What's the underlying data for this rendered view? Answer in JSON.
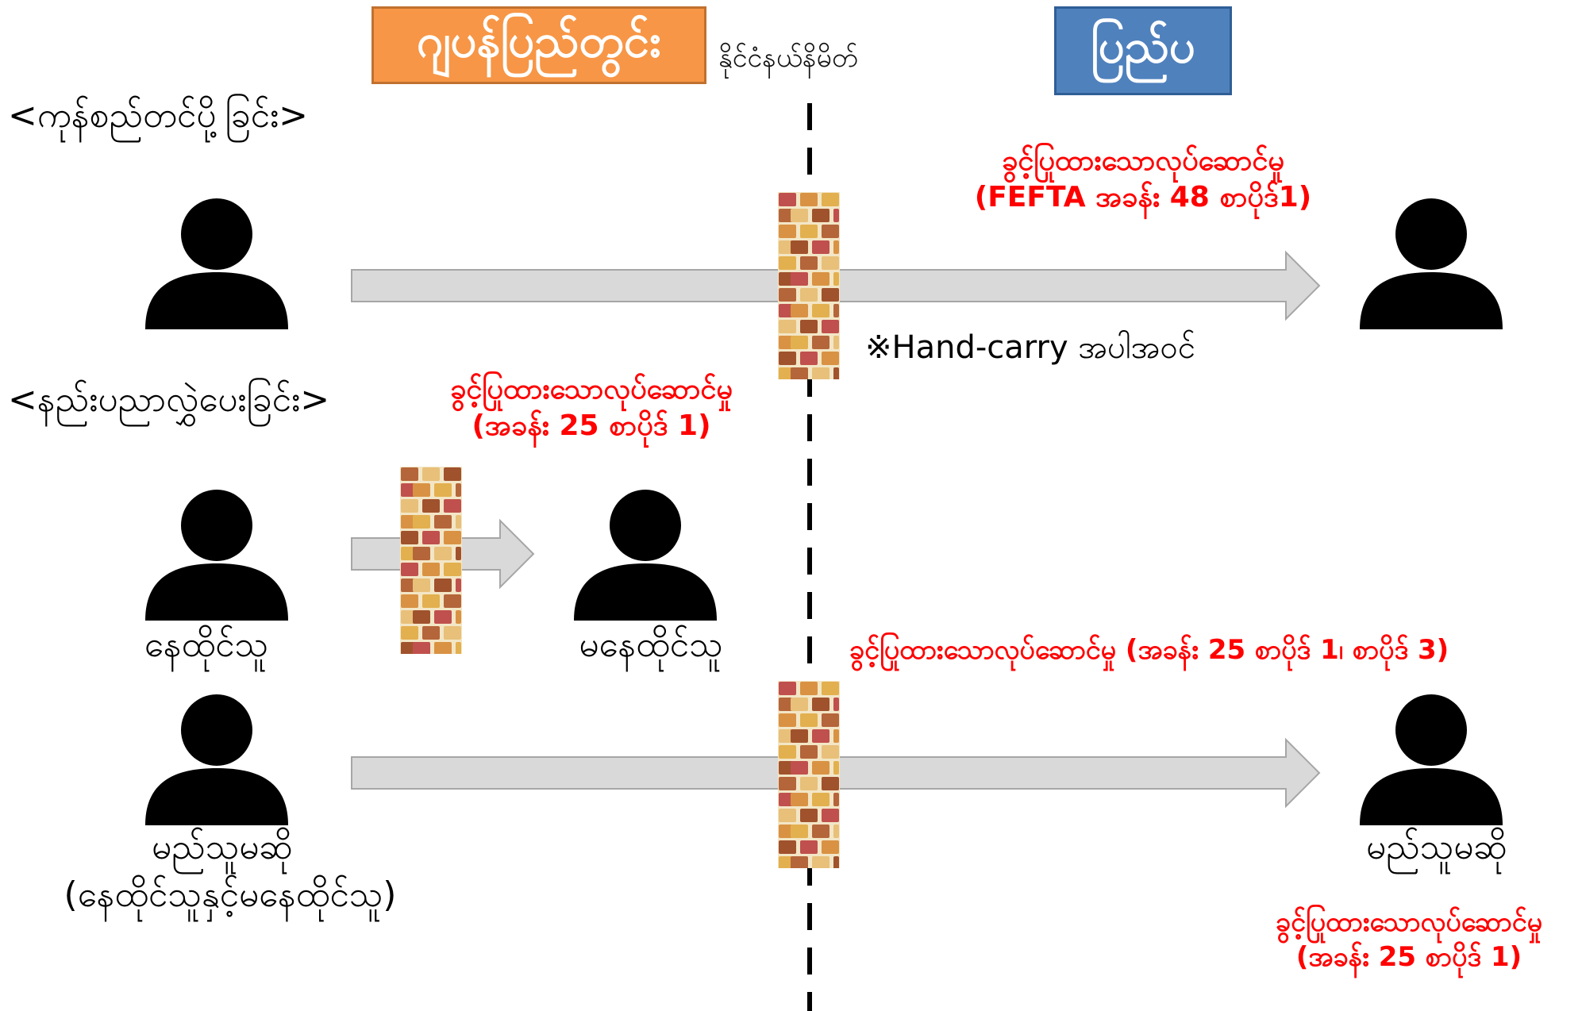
{
  "headers": {
    "japan": "ဂျပန်ပြည်တွင်း",
    "foreign": "ပြည်ပ",
    "border": "နိုင်ငံနယ်နိမိတ်"
  },
  "sections": {
    "export": "<ကုန်စည်တင်ပို့ခြင်း>",
    "tech": "<နည်းပညာလွှဲပေးခြင်း>"
  },
  "notes": {
    "export_line1": "ခွင့်ပြုထားသောလုပ်ဆောင်မှု",
    "export_line2": "(FEFTA အခန်း 48 စာပိုဒ်1)",
    "handcarry": "※Hand-carry အပါအဝင်",
    "tech_line1": "ခွင့်ပြုထားသောလုပ်ဆောင်မှု",
    "tech_line2": "(အခန်း 25 စာပိုဒ် 1)",
    "cross_border": "ခွင့်ပြုထားသောလုပ်ဆောင်မှု  (အခန်း 25 စာပိုဒ် 1၊ စာပိုဒ် 3)",
    "bottom_line1": "ခွင့်ပြုထားသောလုပ်ဆောင်မှု",
    "bottom_line2": "(အခန်း 25 စာပိုဒ် 1)"
  },
  "people": {
    "resident": "နေထိုင်သူ",
    "nonresident": "မနေထိုင်သူ",
    "anyone": "မည်သူမဆို",
    "anyone_sub": "(နေထိုင်သူနှင့်မနေထိုင်သူ)",
    "anyone_right": "မည်သူမဆို"
  },
  "colors": {
    "japan_header": "#f79646",
    "foreign_header": "#4f81bd",
    "arrow_fill": "#d9d9d9",
    "arrow_stroke": "#a6a6a6",
    "allowed_text": "#ff0000",
    "brick_mortar": "#f3e6c6",
    "brick_colors": [
      "#c0504d",
      "#d99243",
      "#e3b04f",
      "#b5653a",
      "#e8c07a",
      "#a0522d"
    ]
  },
  "icons": {
    "person": "person-silhouette-icon",
    "wall": "brick-wall-icon",
    "arrow": "right-arrow"
  }
}
